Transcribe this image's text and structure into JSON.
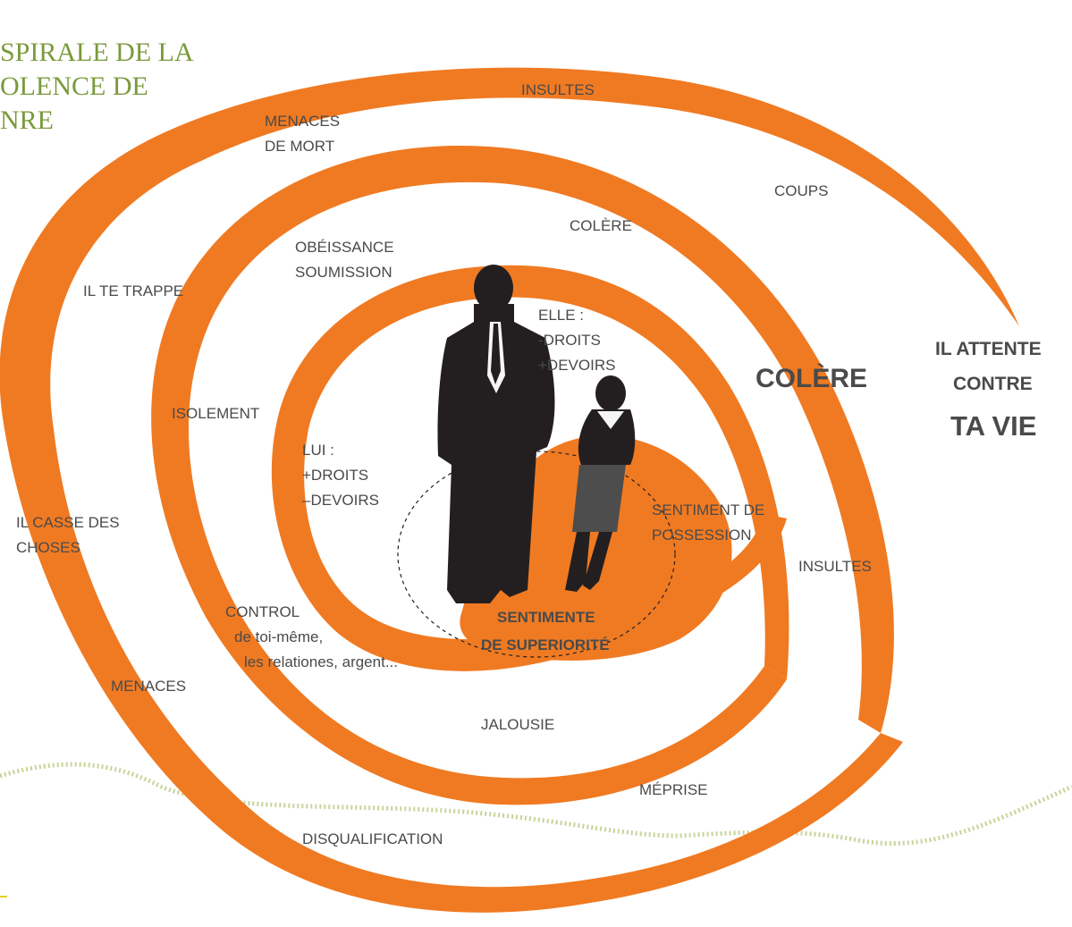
{
  "title_lines": [
    "SPIRALE DE LA",
    "OLENCE DE",
    "NRE"
  ],
  "labels": {
    "insultes_top": "INSULTES",
    "menaces_de_mort_1": "MENACES",
    "menaces_de_mort_2": "DE MORT",
    "coups": "COUPS",
    "colere_small": "COLÈRE",
    "obeissance": "OBÉISSANCE",
    "soumission": "SOUMISSION",
    "il_te_trappe": "IL TE TRAPPE",
    "elle": "ELLE :",
    "elle_droits": "-DROITS",
    "elle_devoirs": "+DEVOIRS",
    "colere_big": "COLÈRE",
    "isolement": "ISOLEMENT",
    "lui": "LUI :",
    "lui_droits": "+DROITS",
    "lui_devoirs": "–DEVOIRS",
    "il_casse_1": "IL CASSE DES",
    "il_casse_2": "CHOSES",
    "sentiment_possession_1": "SENTIMENT DE",
    "sentiment_possession_2": "POSSESSION",
    "insultes_right": "INSULTES",
    "control_1": "CONTROL",
    "control_2": "de toi-même,",
    "control_3": "les relationes, argent...",
    "superiorite_1": "SENTIMENTE",
    "superiorite_2": "DE SUPERIORITÉ",
    "menaces": "MENACES",
    "jalousie": "JALOUSIE",
    "meprise": "MÉPRISE",
    "disqualification": "DISQUALIFICATION",
    "il_attente_1": "IL ATTENTE",
    "il_attente_2": "CONTRE",
    "il_attente_3": "TA VIE"
  },
  "colors": {
    "spiral": "#f07a22",
    "figure": "#231f20",
    "skirt": "#4d4d4d",
    "title": "#7a9a3c",
    "dotted_wave": "#c5d59a",
    "text": "#4a4a4a"
  }
}
